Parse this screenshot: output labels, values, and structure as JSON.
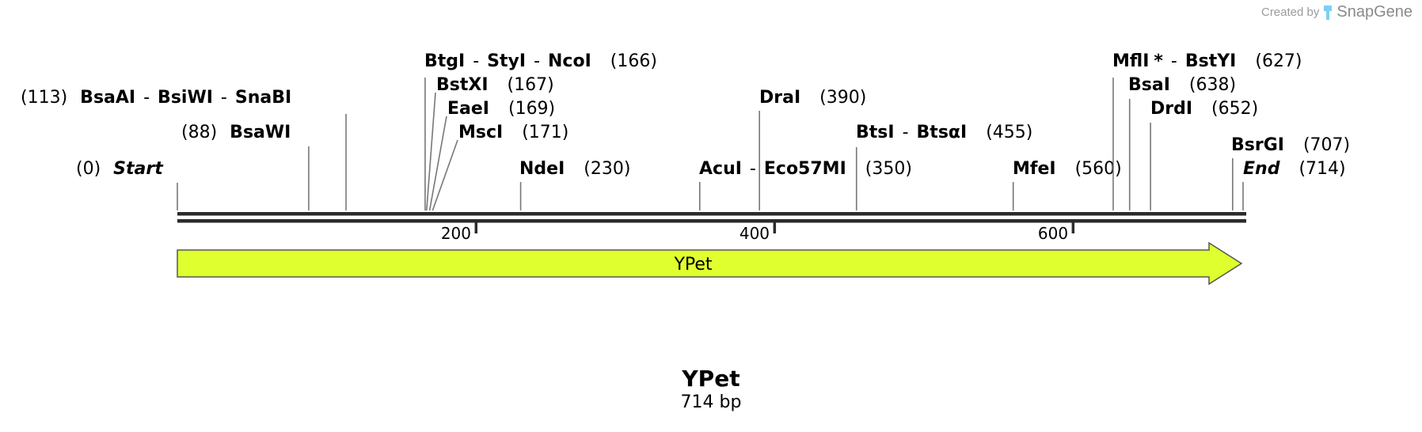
{
  "credit": {
    "prefix": "Created by",
    "brand": "SnapGene",
    "icon": "snapgene-logo-icon"
  },
  "sequence": {
    "name": "YPet",
    "length_text": "714 bp",
    "length_bp": 714
  },
  "ruler": {
    "ticks": [
      {
        "bp": 200,
        "label": "200"
      },
      {
        "bp": 400,
        "label": "400"
      },
      {
        "bp": 600,
        "label": "600"
      }
    ]
  },
  "feature": {
    "name": "YPet",
    "start": 1,
    "end": 714,
    "direction": "forward",
    "color": "#e0ff2e"
  },
  "sites": [
    {
      "id": "start",
      "bp": 0,
      "pos_label": "(0)",
      "names": [
        "Start"
      ],
      "italic": true
    },
    {
      "id": "bsawi",
      "bp": 88,
      "pos_label": "(88)",
      "names": [
        "BsaWI"
      ]
    },
    {
      "id": "bsaai",
      "bp": 113,
      "pos_label": "(113)",
      "names": [
        "BsaAI",
        "BsiWI",
        "SnaBI"
      ]
    },
    {
      "id": "btgi",
      "bp": 166,
      "pos_label": "(166)",
      "names": [
        "BtgI",
        "StyI",
        "NcoI"
      ]
    },
    {
      "id": "bstxi",
      "bp": 167,
      "pos_label": "(167)",
      "names": [
        "BstXI"
      ]
    },
    {
      "id": "eaei",
      "bp": 169,
      "pos_label": "(169)",
      "names": [
        "EaeI"
      ]
    },
    {
      "id": "msci",
      "bp": 171,
      "pos_label": "(171)",
      "names": [
        "MscI"
      ]
    },
    {
      "id": "ndei",
      "bp": 230,
      "pos_label": "(230)",
      "names": [
        "NdeI"
      ]
    },
    {
      "id": "acui",
      "bp": 350,
      "pos_label": "(350)",
      "names": [
        "AcuI",
        "Eco57MI"
      ]
    },
    {
      "id": "drai",
      "bp": 390,
      "pos_label": "(390)",
      "names": [
        "DraI"
      ]
    },
    {
      "id": "btsi",
      "bp": 455,
      "pos_label": "(455)",
      "names": [
        "BtsI",
        "BtsαI"
      ]
    },
    {
      "id": "mfei",
      "bp": 560,
      "pos_label": "(560)",
      "names": [
        "MfeI"
      ]
    },
    {
      "id": "mfli",
      "bp": 627,
      "pos_label": "(627)",
      "names": [
        "MflI",
        "BstYI"
      ],
      "star": "*"
    },
    {
      "id": "bsai",
      "bp": 638,
      "pos_label": "(638)",
      "names": [
        "BsaI"
      ]
    },
    {
      "id": "drdi",
      "bp": 652,
      "pos_label": "(652)",
      "names": [
        "DrdI"
      ]
    },
    {
      "id": "bsrgi",
      "bp": 707,
      "pos_label": "(707)",
      "names": [
        "BsrGI"
      ]
    },
    {
      "id": "end",
      "bp": 714,
      "pos_label": "(714)",
      "names": [
        "End"
      ],
      "italic": true
    }
  ]
}
